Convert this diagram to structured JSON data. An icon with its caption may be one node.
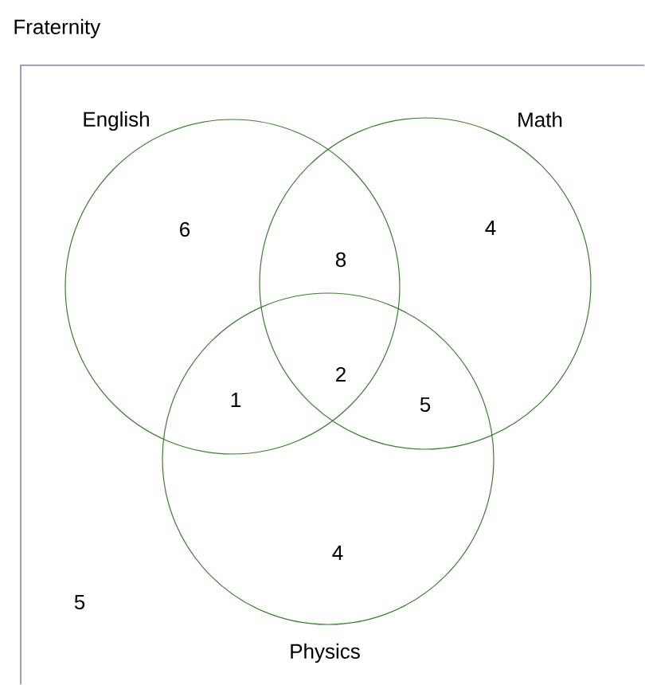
{
  "diagram": {
    "nodes": [
      {
        "text": [
          "Fraternity"
        ]
      },
      {
        "text": [
          "English"
        ],
        "in": 0
      },
      {
        "text": [
          "Math"
        ],
        "in": 0
      },
      {
        "text": [
          "Physics"
        ],
        "in": 0
      }
    ],
    "labels": [
      "6",
      "8",
      "4",
      "1",
      "2",
      "5",
      "4",
      "5"
    ]
  }
}
